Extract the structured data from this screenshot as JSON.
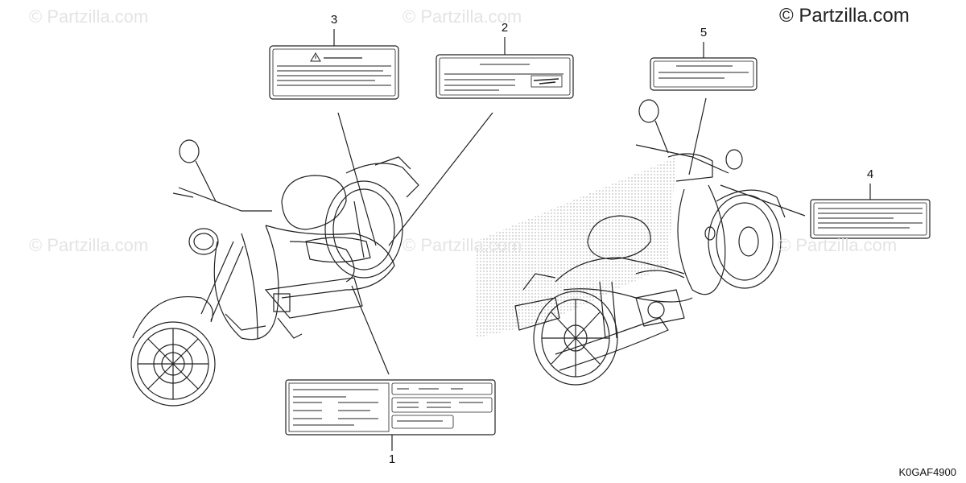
{
  "watermark_text": "© Partzilla.com",
  "brand_text": "© Partzilla.com",
  "diagram_code": "K0GAF4900",
  "callouts": [
    "1",
    "2",
    "3",
    "4",
    "5"
  ],
  "colors": {
    "line": "#222222",
    "watermark": "#e4e4e4",
    "stipple": "#555555"
  },
  "icons": [
    "warning-triangle-icon"
  ]
}
